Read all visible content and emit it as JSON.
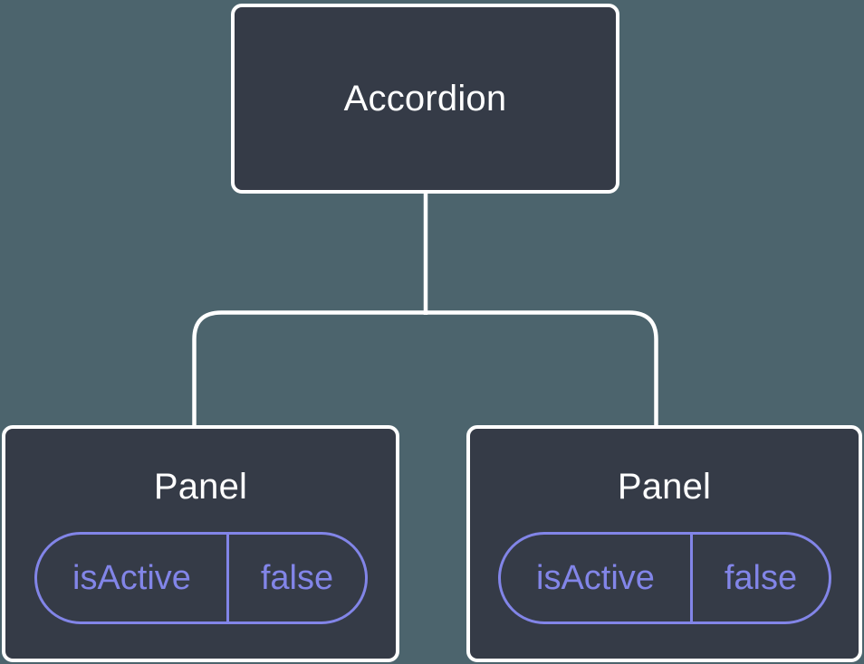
{
  "colors": {
    "canvas-bg": "#4C646D",
    "node-bg": "#353B47",
    "node-border": "#FFFFFF",
    "node-text": "#FFFFFF",
    "state-accent": "#8285E8",
    "connector": "#FFFFFF"
  },
  "tree": {
    "root": {
      "label": "Accordion"
    },
    "children": [
      {
        "label": "Panel",
        "state": {
          "key": "isActive",
          "value": "false"
        }
      },
      {
        "label": "Panel",
        "state": {
          "key": "isActive",
          "value": "false"
        }
      }
    ]
  }
}
